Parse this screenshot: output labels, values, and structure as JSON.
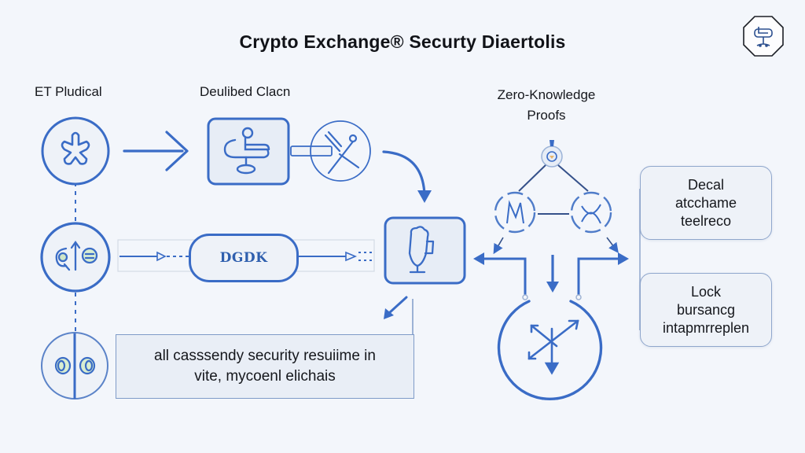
{
  "title": "Crypto Exchange® Securty Diaertolis",
  "logo": {
    "icon": "hexagon-emblem-icon"
  },
  "labels": {
    "left_column": "ET Pludical",
    "middle_column": "Deulibed Clacn",
    "zero_knowledge": [
      "Zero-Knowledge",
      "Proofs"
    ]
  },
  "nodes": {
    "circle_top": {
      "icon": "cross-knot-icon"
    },
    "circle_mid": {
      "icon": "key-arrow-icon"
    },
    "circle_bottom": {
      "icon": "split-lens-icon"
    },
    "square_mid": {
      "icon": "gear-lever-icon"
    },
    "circle_scissors": {
      "icon": "scissors-icon"
    },
    "pill_label": "DGDK",
    "vault_box": {
      "icon": "goblet-icon"
    },
    "zk_top": {
      "icon": "prover-node-icon"
    },
    "zk_left": {
      "icon": "crosshair-node-icon"
    },
    "zk_right": {
      "icon": "crosshair-node-icon"
    },
    "hub_circle": {
      "icon": "multi-arrow-icon"
    }
  },
  "right_cards": [
    {
      "lines": [
        "Decal",
        "atcchame",
        "teelreco"
      ]
    },
    {
      "lines": [
        "Lock",
        "bursancg",
        "intapmrreplen"
      ]
    }
  ],
  "note": {
    "lines": [
      "all casssendy security resuiime in",
      "vite, mycoenl elichais"
    ]
  },
  "colors": {
    "background": "#f3f6fb",
    "accent": "#3a6cc6",
    "text": "#111318",
    "card_border": "#8fa6cc"
  }
}
